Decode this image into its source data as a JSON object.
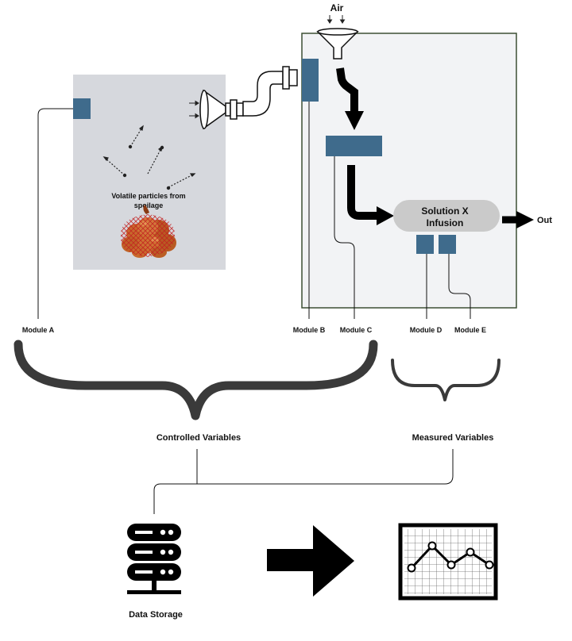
{
  "labels": {
    "air": "Air",
    "particles_line1": "Volatile particles from",
    "particles_line2": "spoilage",
    "solution_line1": "Solution X",
    "solution_line2": "Infusion",
    "out": "Out",
    "module_a": "Module A",
    "module_b": "Module B",
    "module_c": "Module C",
    "module_d": "Module D",
    "module_e": "Module E",
    "controlled_variables": "Controlled Variables",
    "measured_variables": "Measured Variables",
    "data_storage": "Data Storage"
  },
  "colors": {
    "module": "#3f6b8c",
    "chamber": "#d6d8dd",
    "enclosure_fill": "#f2f3f5",
    "enclosure_border": "#3c4f34",
    "solution": "#cacaca",
    "ink": "#111111",
    "onion": "#c86a2c",
    "onion_highlight": "#e8a05a",
    "mesh": "#c22020"
  },
  "icons": {
    "funnel": "funnel-icon",
    "pipe": "pipe-icon",
    "onion_bag": "onion-bag-icon",
    "brace": "curly-brace-icon",
    "server": "server-stack-icon",
    "arrow": "right-arrow-icon",
    "line_chart": "line-chart-icon"
  }
}
